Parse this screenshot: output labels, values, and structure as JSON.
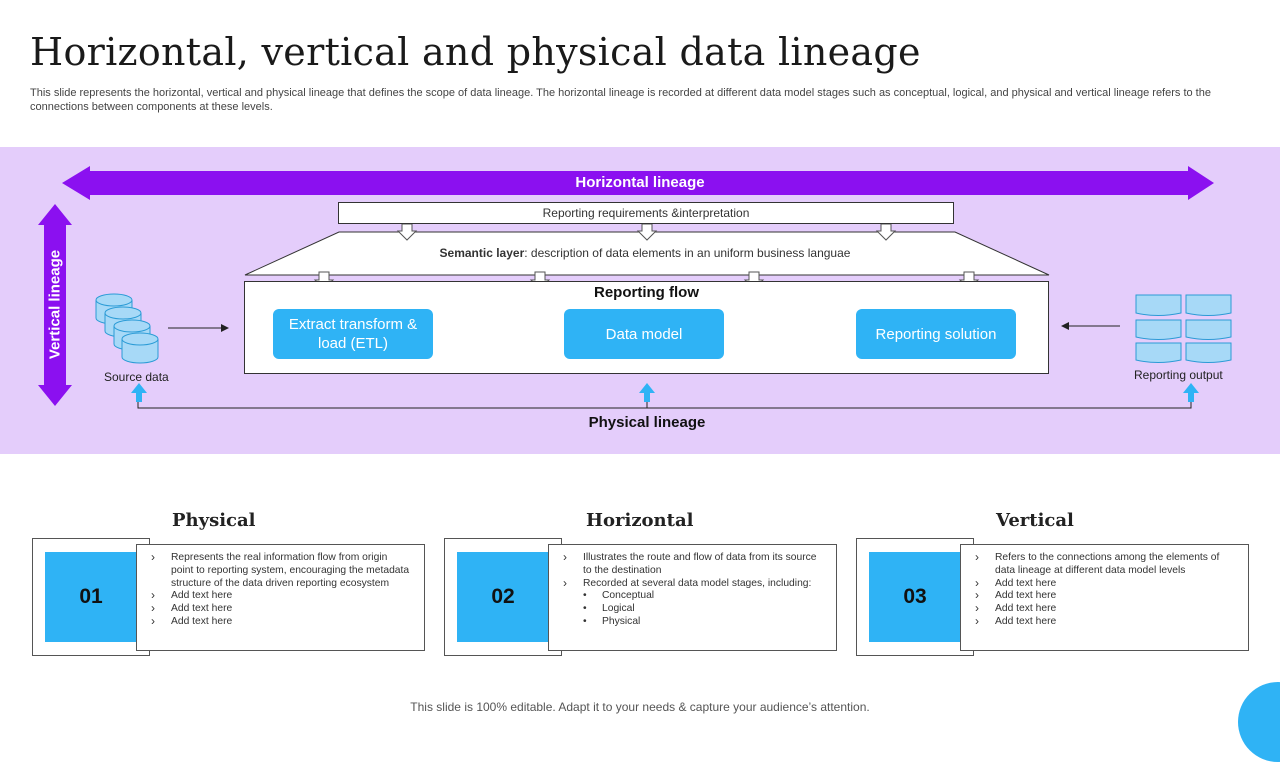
{
  "slide": {
    "title": "Horizontal, vertical and physical data lineage",
    "subtitle": "This slide represents the horizontal, vertical and physical lineage that defines the scope of data lineage. The horizontal lineage is recorded at different data model stages such as conceptual, logical, and physical and vertical lineage refers to the connections between components at these levels.",
    "footer": "This slide is 100% editable. Adapt it to your needs & capture your audience’s attention."
  },
  "colors": {
    "band": "#e4cdfb",
    "arrow_purple": "#8b10f0",
    "stage_blue": "#2fb3f5",
    "arrow_light_blue": "#2fb3f5"
  },
  "diagram": {
    "horizontal_lineage_label": "Horizontal lineage",
    "vertical_lineage_label": "Vertical lineage",
    "reporting_requirements": "Reporting requirements &interpretation",
    "semantic_layer_bold": "Semantic layer",
    "semantic_layer_rest": ": description of data elements in an uniform business languae",
    "reporting_flow_title": "Reporting flow",
    "stages": [
      {
        "label": "Extract transform & load (ETL)"
      },
      {
        "label": "Data model"
      },
      {
        "label": "Reporting solution"
      }
    ],
    "source_label": "Source data",
    "output_label": "Reporting output",
    "physical_lineage_label": "Physical lineage",
    "icons": {
      "source": "database-cylinder-icon",
      "output": "document-stack-icon"
    }
  },
  "cards": [
    {
      "heading": "Physical",
      "number": "01",
      "items": [
        {
          "type": "chev",
          "text": "Represents the real information flow from origin point to reporting system, encouraging the metadata structure of the data driven reporting ecosystem"
        },
        {
          "type": "chev",
          "text": "Add text here"
        },
        {
          "type": "chev",
          "text": "Add text here"
        },
        {
          "type": "chev",
          "text": "Add text here"
        }
      ]
    },
    {
      "heading": "Horizontal",
      "number": "02",
      "items": [
        {
          "type": "chev",
          "text": "Illustrates the route and flow of data from its source to the destination"
        },
        {
          "type": "chev",
          "text": "Recorded at several data model stages, including:"
        },
        {
          "type": "dot",
          "text": "Conceptual"
        },
        {
          "type": "dot",
          "text": "Logical"
        },
        {
          "type": "dot",
          "text": "Physical"
        }
      ]
    },
    {
      "heading": "Vertical",
      "number": "03",
      "items": [
        {
          "type": "chev",
          "text": "Refers to the connections among the elements of data lineage at different data model levels"
        },
        {
          "type": "chev",
          "text": "Add text here"
        },
        {
          "type": "chev",
          "text": "Add text here"
        },
        {
          "type": "chev",
          "text": "Add text here"
        },
        {
          "type": "chev",
          "text": "Add text here"
        }
      ]
    }
  ]
}
